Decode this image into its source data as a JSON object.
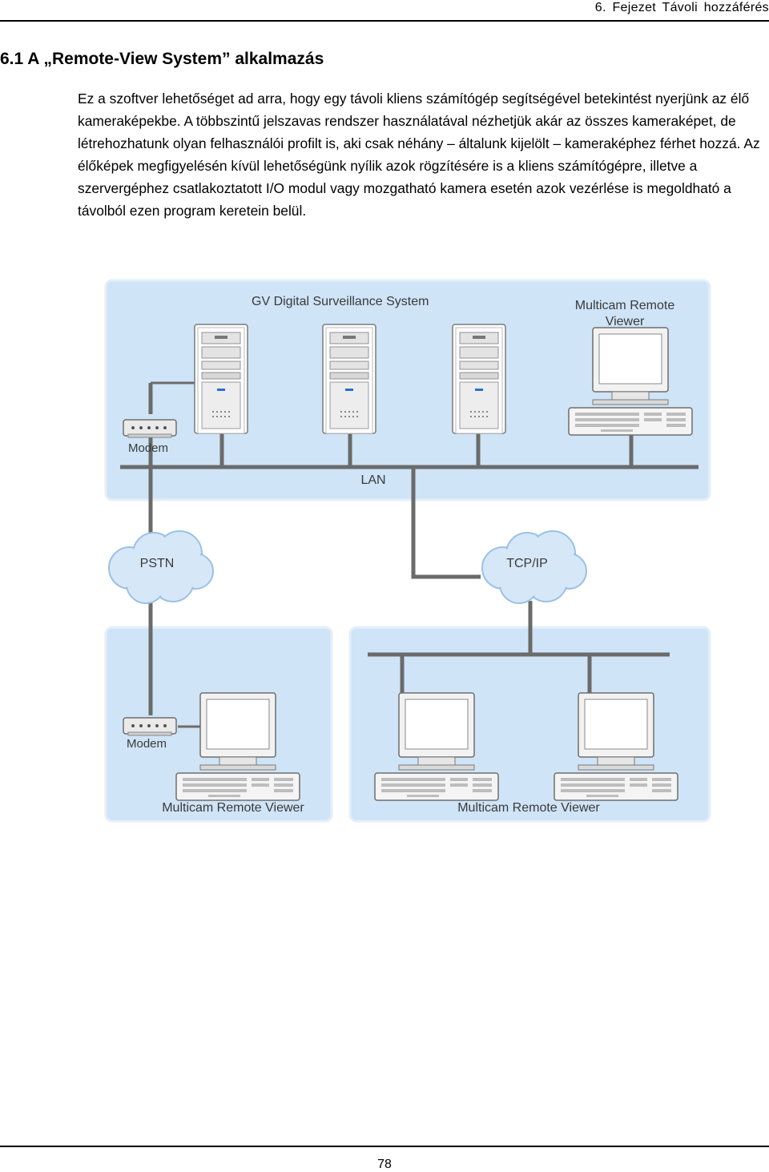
{
  "header": {
    "chapter": "6.  Fejezet  Távoli  hozzáférés"
  },
  "section": {
    "title": "6.1  A „Remote-View System” alkalmazás"
  },
  "body": {
    "paragraph": "Ez a szoftver lehetőséget ad arra, hogy egy távoli kliens számítógép segítségével betekintést nyerjünk az élő kameraképekbe. A többszintű jelszavas rendszer használatával nézhetjük akár az összes kameraképet, de létrehozhatunk olyan felhasználói profilt is, aki csak néhány – általunk kijelölt – kameraképhez férhet hozzá. Az élőképek megfigyelésén kívül lehetőségünk nyílik azok rögzítésére is a kliens számítógépre, illetve a szervergéphez csatlakoztatott I/O modul vagy mozgatható kamera esetén azok vezérlése is megoldható a távolból ezen program keretein belül."
  },
  "diagram": {
    "system_label": "GV Digital Surveillance System",
    "remote_viewer_top_line1": "Multicam Remote",
    "remote_viewer_top_line2": "Viewer",
    "modem_top": "Modem",
    "lan": "LAN",
    "pstn": "PSTN",
    "tcpip": "TCP/IP",
    "modem_bottom": "Modem",
    "viewer_left": "Multicam Remote Viewer",
    "viewer_right": "Multicam Remote Viewer",
    "colors": {
      "panel": "#cfe4f6",
      "line": "#6b6b6b",
      "cloud": "#d6e8f8"
    }
  },
  "footer": {
    "page_number": "78"
  }
}
